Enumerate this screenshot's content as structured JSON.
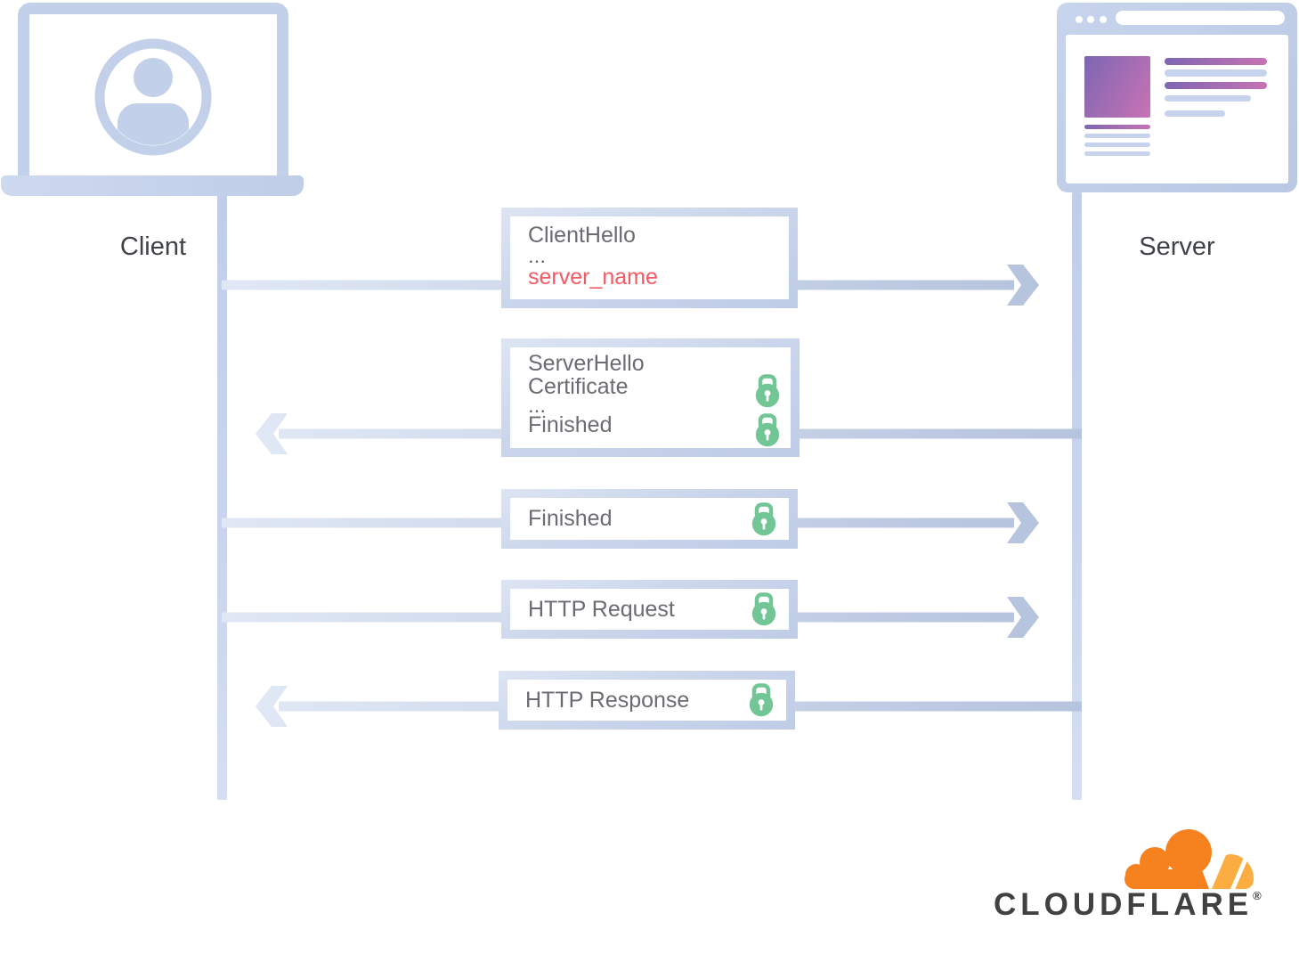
{
  "labels": {
    "client": "Client",
    "server": "Server"
  },
  "messages": {
    "client_hello": {
      "title": "ClientHello",
      "ellipsis": "...",
      "extension": "server_name"
    },
    "server_hello": {
      "line1": "ServerHello",
      "line2": "Certificate",
      "ellipsis": "...",
      "line4": "Finished"
    },
    "finished": {
      "label": "Finished"
    },
    "http_request": {
      "label": "HTTP Request"
    },
    "http_response": {
      "label": "HTTP Response"
    }
  },
  "logo": {
    "wordmark": "CLOUDFLARE",
    "registered": "®"
  },
  "icons": {
    "lock": "lock-icon",
    "client": "laptop-user-icon",
    "server": "browser-window-icon"
  },
  "colors": {
    "accent_blue": "#c2d0e9",
    "arrow_blue_light": "#e0e8f5",
    "arrow_blue_dark": "#b6c3de",
    "highlight_red": "#f55a64",
    "lock_green": "#72c695",
    "brand_orange": "#f6821f",
    "brand_orange_light": "#fbad41",
    "text_gray": "#6a6c71",
    "text_dark": "#3f4347"
  }
}
